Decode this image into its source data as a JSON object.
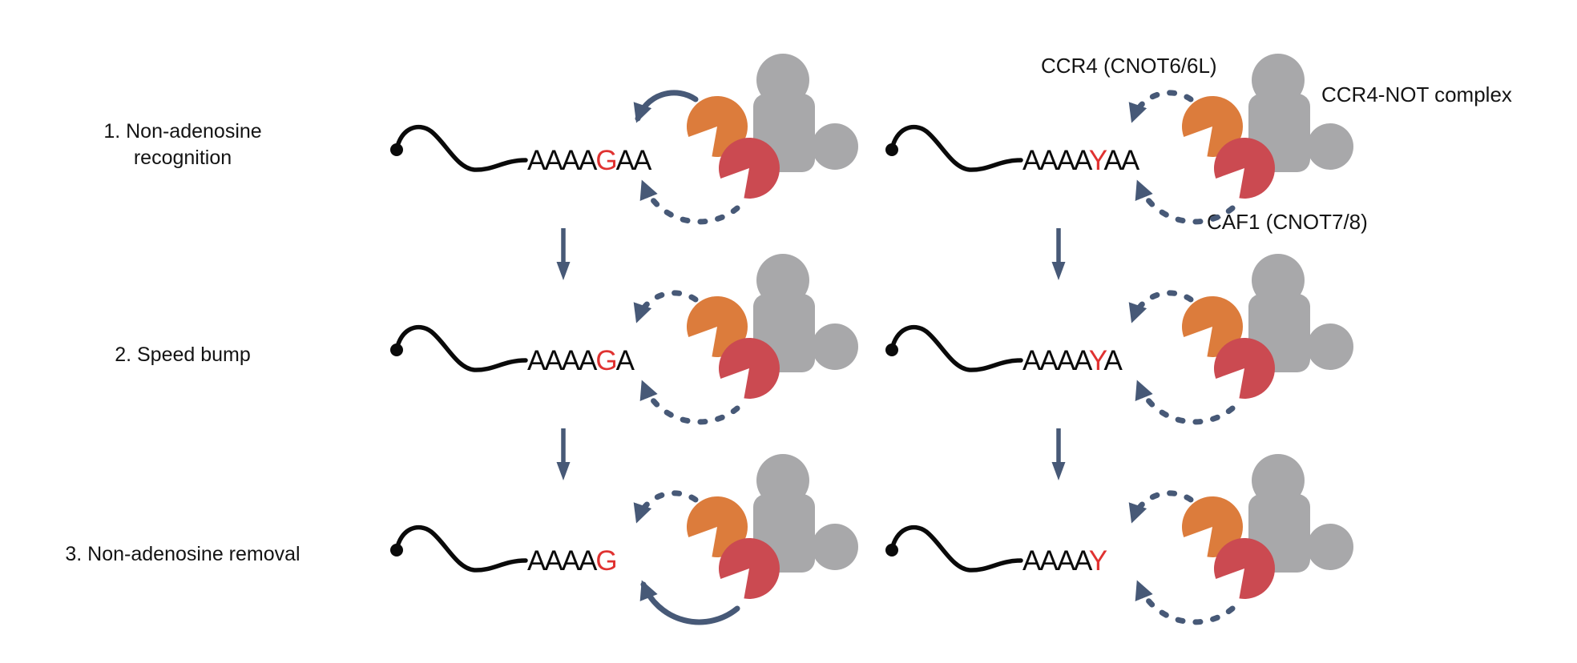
{
  "figure": {
    "title_hint": "Stepwise removal of a non-adenosine residue from a poly(A) tail by the CCR4-NOT complex",
    "steps": [
      {
        "label": "1. Non-adenosine\nrecognition"
      },
      {
        "label": "2. Speed bump"
      },
      {
        "label": "3. Non-adenosine removal"
      }
    ],
    "annotations": {
      "ccr4": "CCR4 (CNOT6/6L)",
      "complex": "CCR4-NOT complex",
      "caf1": "CAF1 (CNOT7/8)"
    },
    "rows": [
      {
        "panels": [
          {
            "seq_pre": "AAAA",
            "seq_special": "G",
            "seq_post": "AA",
            "ccr4_arrow": "solid",
            "caf1_arrow": "dashed"
          },
          {
            "seq_pre": "AAAA",
            "seq_special": "Y",
            "seq_post": "AA",
            "ccr4_arrow": "dashed",
            "caf1_arrow": "dashed"
          }
        ]
      },
      {
        "panels": [
          {
            "seq_pre": "AAAA",
            "seq_special": "G",
            "seq_post": "A",
            "ccr4_arrow": "dashed",
            "caf1_arrow": "dashed"
          },
          {
            "seq_pre": "AAAA",
            "seq_special": "Y",
            "seq_post": "A",
            "ccr4_arrow": "dashed",
            "caf1_arrow": "dashed"
          }
        ]
      },
      {
        "panels": [
          {
            "seq_pre": "AAAA",
            "seq_special": "G",
            "seq_post": "",
            "ccr4_arrow": "dashed",
            "caf1_arrow": "solid"
          },
          {
            "seq_pre": "AAAA",
            "seq_special": "Y",
            "seq_post": "",
            "ccr4_arrow": "dashed",
            "caf1_arrow": "dashed"
          }
        ]
      }
    ],
    "colors": {
      "ccr4_orange": "#DC7C3C",
      "caf1_red": "#CB4A51",
      "complex_gray": "#A8A8AA",
      "arrow_slate": "#475977",
      "special_red": "#E03231",
      "rna_black": "#0A0A0A",
      "text": "#141414"
    },
    "icons": {
      "ccr4-pacman-icon": "orange circle with wedge mouth (CCR4 nuclease)",
      "caf1-pacman-icon": "red circle with wedge mouth (CAF1 nuclease)",
      "cnot-complex-icon": "gray multi-lobed blob (CCR4-NOT scaffold)",
      "mrna-cap-dot-icon": "black filled circle (mRNA 5' end)",
      "mrna-squiggle-icon": "black wavy line (mRNA body)",
      "ccr4-activity-arrow-icon": "curved arrow above complex (solid = active, dashed = weak)",
      "caf1-activity-arrow-icon": "curved arrow below complex (solid = active, dashed = weak)",
      "down-arrow-icon": "straight downward arrow between steps"
    }
  }
}
